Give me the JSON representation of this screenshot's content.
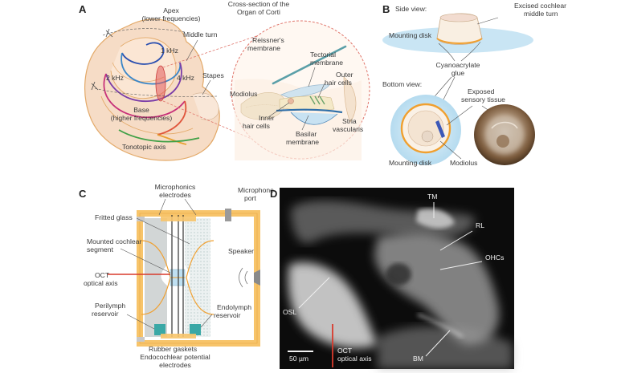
{
  "panels": {
    "a": {
      "letter": "A",
      "apex": [
        "Apex",
        "(lower frequencies)"
      ],
      "cross_section": [
        "Cross-section of the",
        "Organ of Corti"
      ],
      "middle_turn": "Middle turn",
      "freq_1": "1 kHz",
      "freq_2": "2 kHz",
      "freq_4": "4 kHz",
      "stapes": "Stapes",
      "base": [
        "Base",
        "(higher frequencies)"
      ],
      "tonotopic_axis": "Tonotopic axis",
      "reissners": [
        "Reissner's",
        "membrane"
      ],
      "tectorial": [
        "Tectorial",
        "membrane"
      ],
      "outer_hc": [
        "Outer",
        "hair cells"
      ],
      "modiolus": "Modiolus",
      "inner_hc": [
        "Inner",
        "hair cells"
      ],
      "basilar": [
        "Basilar",
        "membrane"
      ],
      "stria": [
        "Stria",
        "vascularis"
      ]
    },
    "b": {
      "letter": "B",
      "side_view": "Side view:",
      "excised": [
        "Excised cochlear",
        "middle turn"
      ],
      "mounting_disk_top": "Mounting disk",
      "glue": [
        "Cyanoacrylate",
        "glue"
      ],
      "bottom_view": "Bottom view:",
      "exposed": [
        "Exposed",
        "sensory tissue"
      ],
      "mounting_disk_bottom": "Mounting disk",
      "modiolus": "Modiolus"
    },
    "c": {
      "letter": "C",
      "microphonics": [
        "Microphonics",
        "electrodes"
      ],
      "microphone_port": [
        "Microphone",
        "port"
      ],
      "fritted_glass": "Fritted glass",
      "mounted_segment": [
        "Mounted cochlear",
        "segment"
      ],
      "speaker": "Speaker",
      "oct_axis": [
        "OCT",
        "optical axis"
      ],
      "perilymph": [
        "Perilymph",
        "reservoir"
      ],
      "endolymph": [
        "Endolymph",
        "reservoir"
      ],
      "gaskets": "Rubber gaskets",
      "endocochlear": [
        "Endocochlear potential",
        "electrodes"
      ]
    },
    "d": {
      "letter": "D",
      "tm": "TM",
      "rl": "RL",
      "ohcs": "OHCs",
      "osl": "OSL",
      "bm": "BM",
      "scale_bar": "50 µm",
      "oct_axis": [
        "OCT",
        "optical axis"
      ]
    }
  },
  "colors": {
    "tissue": "#f6dcc6",
    "outline": "#e3a968",
    "dash_circle": "#e0766c",
    "oct_red": "#d83a2c",
    "chamber_orange": "#f7c46a",
    "reservoir_teal": "#3aa8a6",
    "disk_blue": "#bfe0f2",
    "oct_background": "#0c0c0c"
  }
}
